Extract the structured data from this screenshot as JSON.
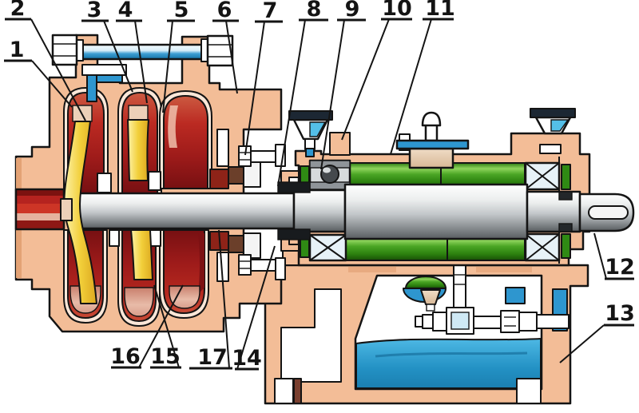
{
  "figure": {
    "description": "Cutaway cross-section diagram of a horizontal centrifugal pump with numbered part callouts",
    "background": "#ffffff"
  },
  "callouts": [
    {
      "label": "1"
    },
    {
      "label": "2"
    },
    {
      "label": "3"
    },
    {
      "label": "4"
    },
    {
      "label": "5"
    },
    {
      "label": "6"
    },
    {
      "label": "7"
    },
    {
      "label": "8"
    },
    {
      "label": "9"
    },
    {
      "label": "10"
    },
    {
      "label": "11"
    },
    {
      "label": "12"
    },
    {
      "label": "13"
    },
    {
      "label": "14"
    },
    {
      "label": "15"
    },
    {
      "label": "16"
    },
    {
      "label": "17"
    }
  ],
  "colors": {
    "casing_peach": "#f3bd97",
    "casing_shade": "#e3a275",
    "impeller_red": "#b5231f",
    "impeller_dark_red": "#7c1113",
    "flow_yellow": "#f2cf3a",
    "bearing_green": "#3f9e1f",
    "water_blue": "#2e96cf",
    "oil_blue": "#2391c4",
    "shaft_gray": "#c2c6c9",
    "packing_brown": "#6b3f2a",
    "outline": "#141414"
  }
}
